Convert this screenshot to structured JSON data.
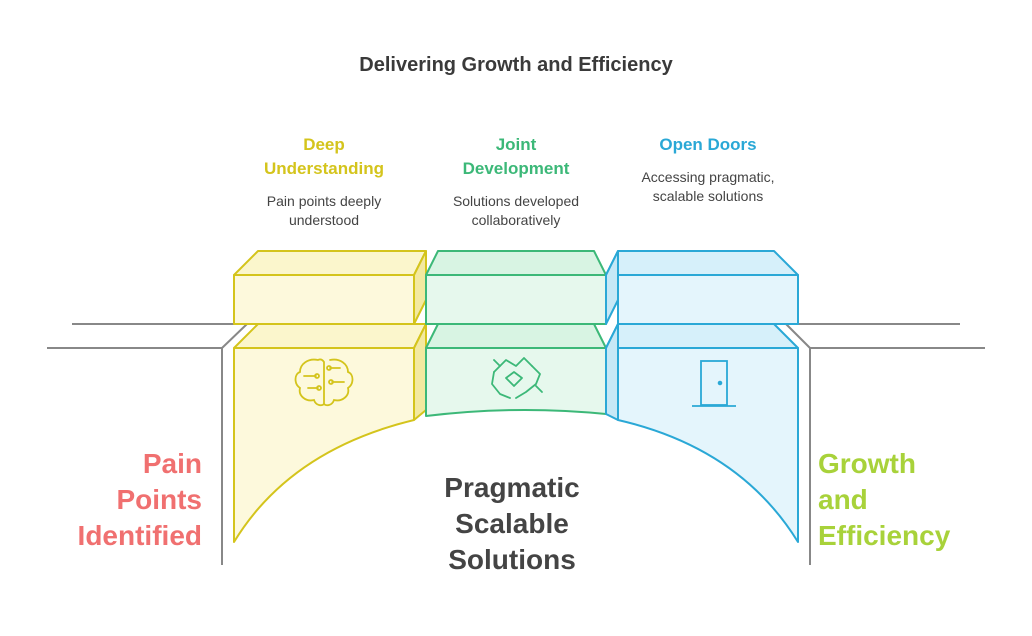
{
  "title": "Delivering Growth and Efficiency",
  "steps": [
    {
      "title_line1": "Deep",
      "title_line2": "Understanding",
      "desc_line1": "Pain points deeply",
      "desc_line2": "understood",
      "icon": "brain-icon",
      "color": "#d4c41c"
    },
    {
      "title_line1": "Joint",
      "title_line2": "Development",
      "desc_line1": "Solutions developed",
      "desc_line2": "collaboratively",
      "icon": "handshake-icon",
      "color": "#3cb878"
    },
    {
      "title_line1": "Open Doors",
      "title_line2": "",
      "desc_line1": "Accessing pragmatic,",
      "desc_line2": "scalable solutions",
      "icon": "door-icon",
      "color": "#2aa8d6"
    }
  ],
  "left_label": {
    "line1": "Pain",
    "line2": "Points",
    "line3": "Identified",
    "color": "#f07070"
  },
  "center_label": {
    "line1": "Pragmatic",
    "line2": "Scalable",
    "line3": "Solutions"
  },
  "right_label": {
    "line1": "Growth",
    "line2": "and",
    "line3": "Efficiency",
    "color": "#a8d23a"
  }
}
